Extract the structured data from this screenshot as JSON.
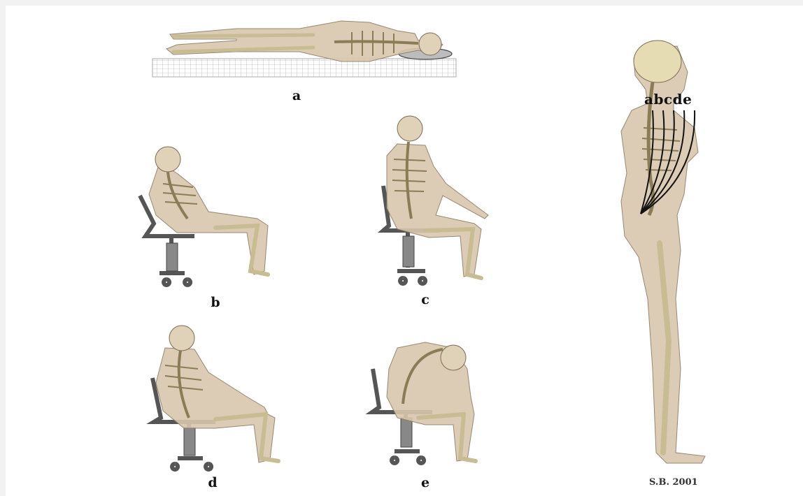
{
  "panels": [
    {
      "id": "a",
      "label": "a",
      "posture": "lying supine on mattress"
    },
    {
      "id": "b",
      "label": "b",
      "posture": "reclined sitting"
    },
    {
      "id": "c",
      "label": "c",
      "posture": "upright sitting"
    },
    {
      "id": "d",
      "label": "d",
      "posture": "slouched sitting"
    },
    {
      "id": "e",
      "label": "e",
      "posture": "forward flexed sitting"
    }
  ],
  "standing_figure": {
    "curve_labels": "abcde"
  },
  "signature": "S.B. 2001",
  "colors": {
    "skin": "#d9c7ad",
    "bone": "#e6dcb4",
    "bone_stroke": "#8a7d55",
    "chair": "#555555",
    "curve": "#111111"
  }
}
